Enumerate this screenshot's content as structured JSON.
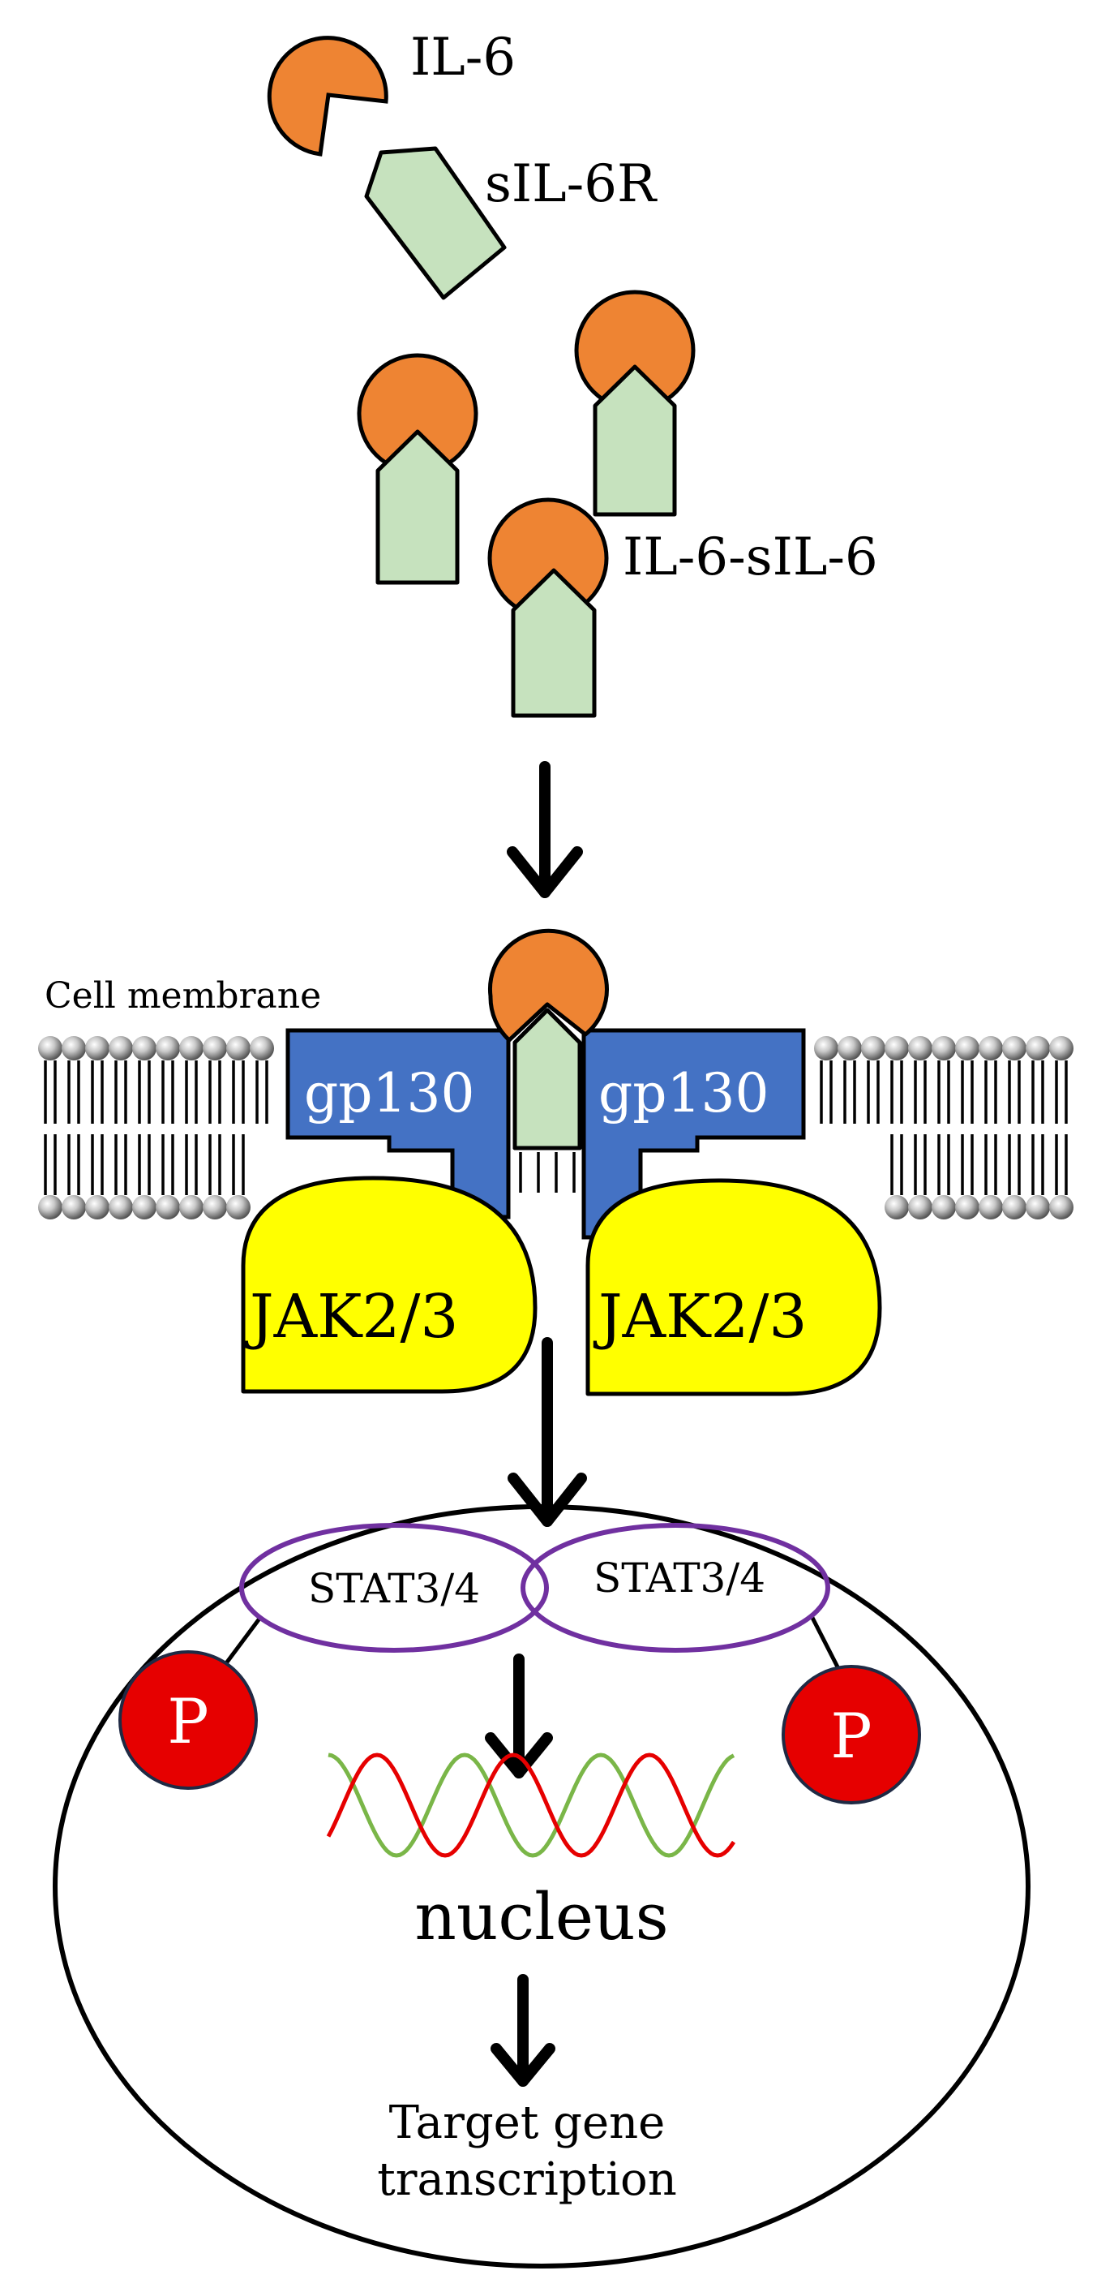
{
  "labels": {
    "il6": "IL-6",
    "sil6r": "sIL-6R",
    "complex": "IL-6-sIL-6",
    "cell_membrane": "Cell membrane",
    "gp130_left": "gp130",
    "gp130_right": "gp130",
    "jak_left": "JAK2/3",
    "jak_right": "JAK2/3",
    "stat_left": "STAT3/4",
    "stat_right": "STAT3/4",
    "phospho_left": "P",
    "phospho_right": "P",
    "nucleus": "nucleus",
    "target_line1": "Target gene",
    "target_line2": "transcription"
  },
  "colors": {
    "il6": "#ee8433",
    "receptor": "#c6e2be",
    "gp130": "#4472c4",
    "jak": "#ffff00",
    "stat_outline": "#7030a0",
    "phospho": "#e60000",
    "dna_red": "#e60000",
    "dna_green": "#7ab648",
    "outline": "#000000"
  }
}
